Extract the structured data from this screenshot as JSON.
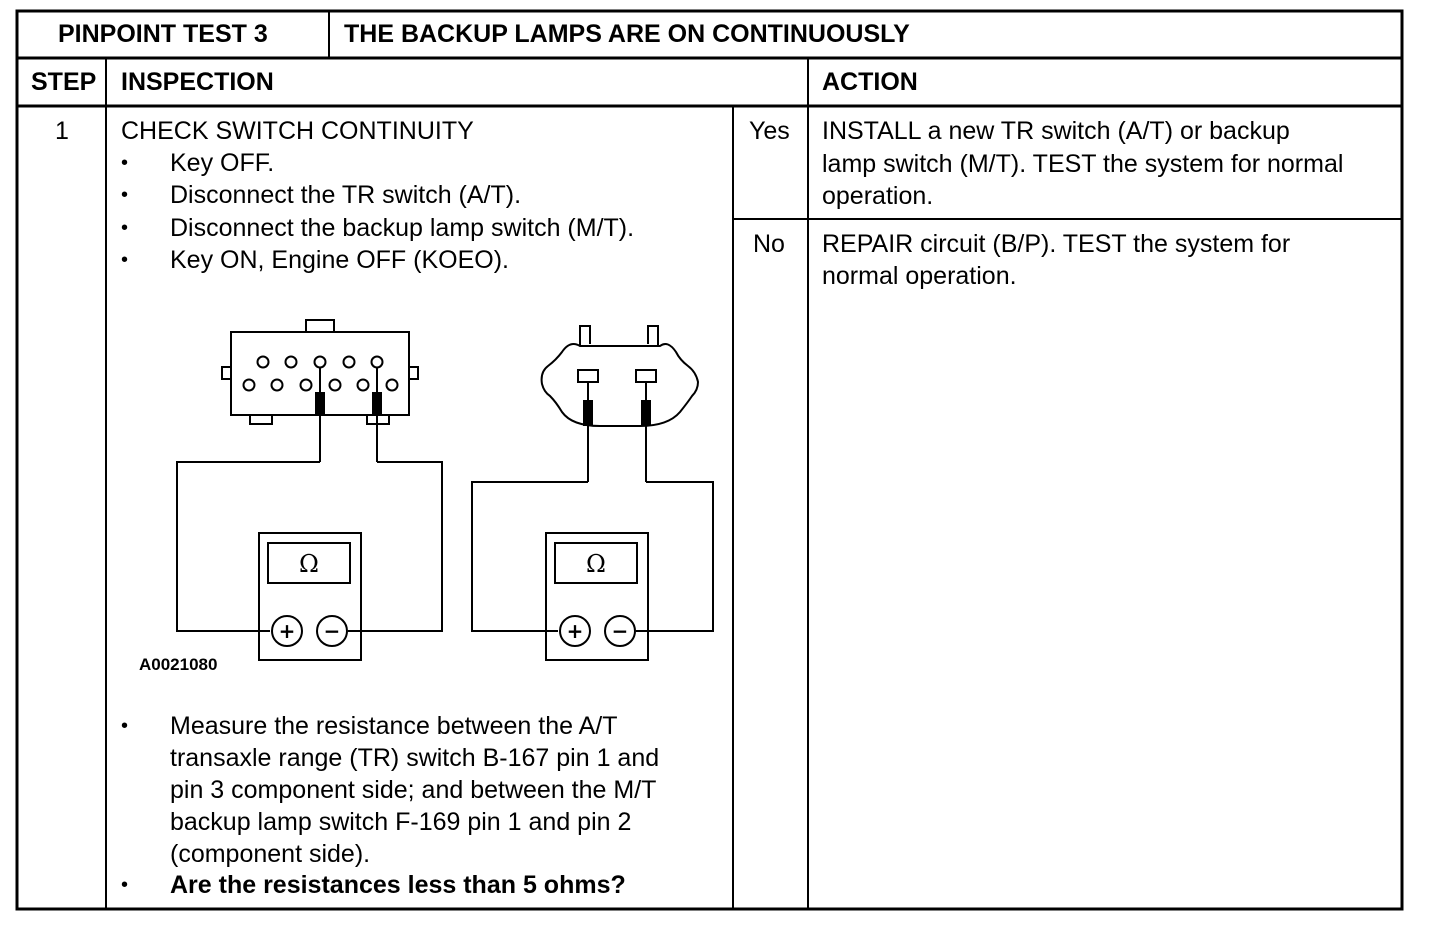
{
  "header": {
    "test_label": "PINPOINT TEST 3",
    "test_title": "THE BACKUP LAMPS ARE ON CONTINUOUSLY"
  },
  "columns": {
    "step": "STEP",
    "inspection": "INSPECTION",
    "action": "ACTION"
  },
  "row": {
    "step_number": "1",
    "inspection_title": "CHECK SWITCH CONTINUITY",
    "bullets_before": [
      "Key OFF.",
      "Disconnect the TR switch (A/T).",
      "Disconnect the backup lamp switch (M/T).",
      "Key ON, Engine OFF (KOEO)."
    ],
    "measure_lines": [
      "Measure the resistance between the A/T",
      "transaxle range (TR) switch B-167 pin 1 and",
      "pin 3 component side; and between the M/T",
      "backup lamp switch F-169 pin 1 and pin 2",
      "(component side)."
    ],
    "question": "Are the resistances less than 5 ohms?",
    "bullet_symbol": "•",
    "figure": {
      "caption": "A0021080",
      "meter_symbol": "Ω",
      "plus_symbol": "+",
      "minus_symbol": "−"
    },
    "answers": [
      {
        "label": "Yes",
        "lines": [
          "INSTALL a new TR switch (A/T) or backup",
          "lamp switch (M/T). TEST the system for normal",
          "operation."
        ]
      },
      {
        "label": "No",
        "lines": [
          "REPAIR circuit (B/P). TEST the system for",
          "normal operation."
        ]
      }
    ]
  }
}
